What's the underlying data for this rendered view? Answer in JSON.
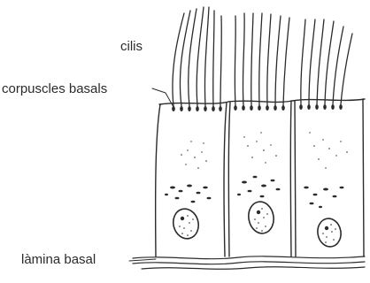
{
  "labels": {
    "cilia": "cilis",
    "basal_bodies": "corpuscles basals",
    "basal_lamina": "làmina basal"
  }
}
